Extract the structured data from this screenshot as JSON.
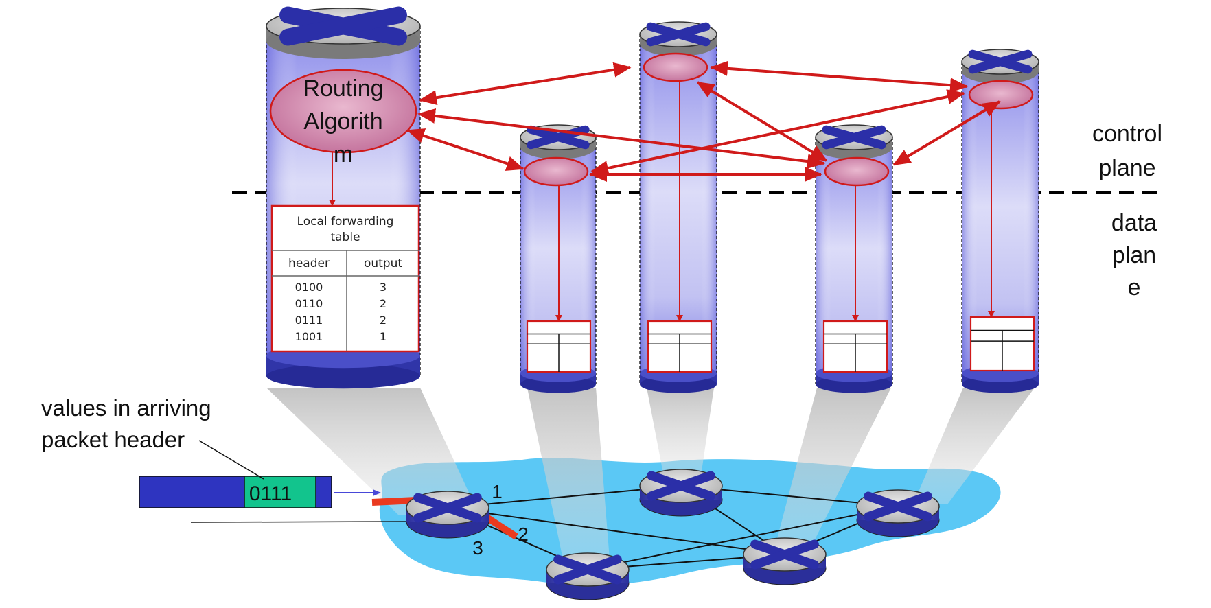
{
  "routing_algorithm": {
    "line1": "Routing",
    "line2": "Algorith",
    "line3": "m"
  },
  "plane_labels": {
    "control": [
      "control",
      "plane"
    ],
    "data": [
      "data",
      "plan",
      "e"
    ]
  },
  "forwarding_table": {
    "title_line1": "Local forwarding",
    "title_line2": "table",
    "col_header": "header",
    "col_output": "output",
    "rows": [
      {
        "header": "0100",
        "output": "3"
      },
      {
        "header": "0110",
        "output": "2"
      },
      {
        "header": "0111",
        "output": "2"
      },
      {
        "header": "1001",
        "output": "1"
      }
    ]
  },
  "packet": {
    "caption_line1": "values in arriving",
    "caption_line2": "packet header",
    "header_value": "0111"
  },
  "ports": [
    "1",
    "2",
    "3"
  ],
  "colors": {
    "control_link": "#d01a1a",
    "cylinder_body": "#7d7de6",
    "cylinder_base": "#2b2fa0",
    "network_cloud": "#5bc8f5",
    "packet_body": "#2e34c0",
    "packet_header": "#12c48d"
  }
}
